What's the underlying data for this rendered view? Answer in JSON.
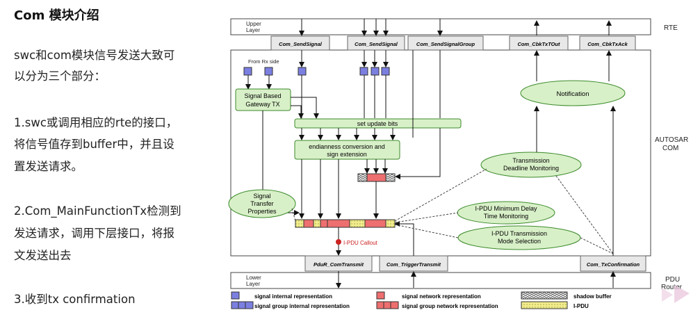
{
  "left": {
    "title": "Com 模块介绍",
    "intro_line1": "swc和com模块信号发送大致可",
    "intro_line2": "以分为三个部分：",
    "step1_line1": "1.swc或调用相应的rte的接口，",
    "step1_line2": "将信号值存到buffer中，并且设",
    "step1_line3": "置发送请求。",
    "step2_line1": "2.Com_MainFunctionTx检测到",
    "step2_line2": "发送请求，调用下层接口，将报",
    "step2_line3": "文发送出去",
    "step3_line1": "3.收到tx confirmation"
  },
  "diagram": {
    "upper_layer": [
      "Upper",
      "Layer"
    ],
    "lower_layer": [
      "Lower",
      "Layer"
    ],
    "side_labels": {
      "rte": "RTE",
      "autosar_com": [
        "AUTOSAR",
        "COM"
      ],
      "pdu_router": [
        "PDU",
        "Router"
      ]
    },
    "api_top": [
      "Com_SendSignal",
      "Com_SendSignal",
      "Com_SendSignalGroup",
      "Com_CbkTxTOut",
      "Com_CbkTxAck"
    ],
    "api_bottom": [
      "PduR_ComTransmit",
      "Com_TriggerTransmit",
      "Com_TxConfirmation"
    ],
    "from_rx": "From Rx side",
    "gateway": [
      "Signal Based",
      "Gateway TX"
    ],
    "update_bits": "set update bits",
    "endian": [
      "endianness conversion and",
      "sign extension"
    ],
    "notification": "Notification",
    "deadline": [
      "Transmission",
      "Deadline Monitoring"
    ],
    "transfer_props": [
      "Signal",
      "Transfer",
      "Properties"
    ],
    "min_delay": [
      "I-PDU Minimum Delay",
      "Time Monitoring"
    ],
    "mode_sel": [
      "I-PDU Transmission",
      "Mode Selection"
    ],
    "callout": "I-PDU Callout",
    "legend": {
      "sig_int": "signal internal representation",
      "group_int": "signal group internal representation",
      "sig_net": "signal network representation",
      "group_net": "signal group network representation",
      "shadow": "shadow buffer",
      "ipdu": "I-PDU"
    },
    "colors": {
      "green_fill": "#d8f0c8",
      "green_stroke": "#3b8a2a",
      "blue": "#7b7fe0",
      "red": "#ee6f6f",
      "yellow": "#f2ec8c",
      "callout_red": "#cc2222"
    }
  }
}
